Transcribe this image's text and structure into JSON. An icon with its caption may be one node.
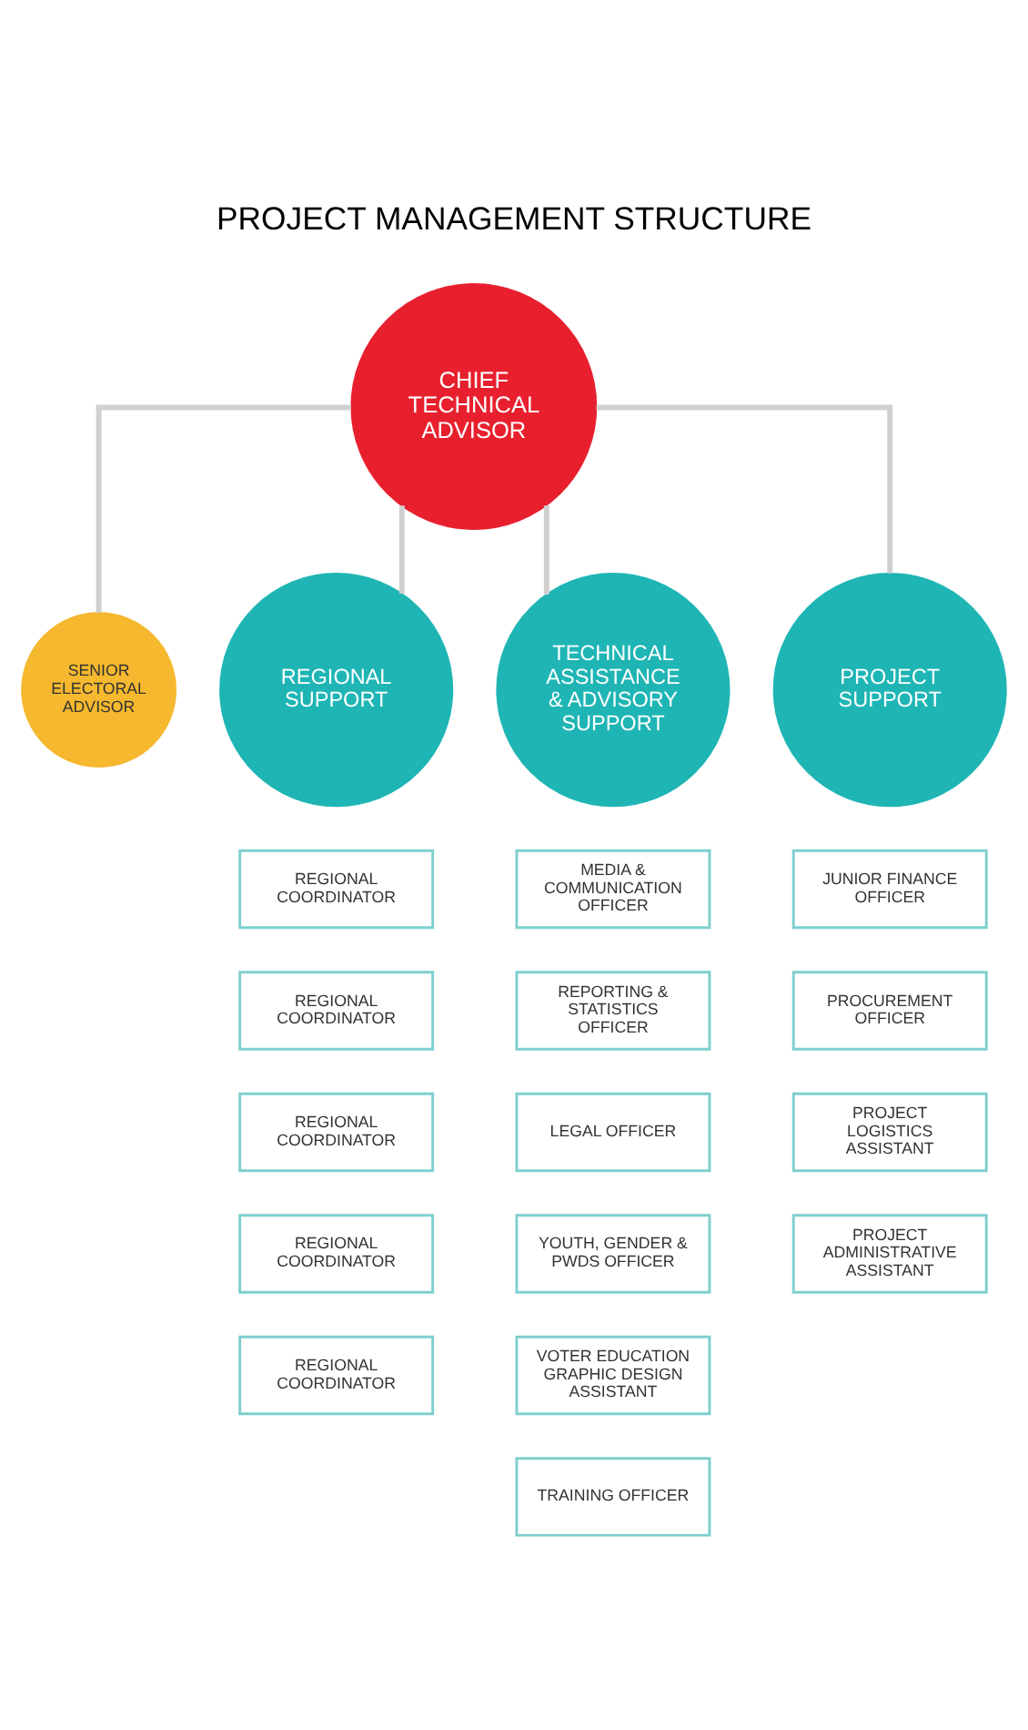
{
  "diagram": {
    "title": "PROJECT MANAGEMENT STRUCTURE",
    "nodes": [
      {
        "text": [
          "CHIEF TECHNICAL ADVISOR"
        ]
      },
      {
        "text": [
          "SENIOR ELECTORAL ADVISOR"
        ]
      },
      {
        "text": [
          "REGIONAL SUPPORT"
        ]
      },
      {
        "text": [
          "TECHNICAL ASSISTANCE & ADVISORY SUPPORT"
        ]
      },
      {
        "text": [
          "PROJECT SUPPORT"
        ]
      },
      {
        "text": [
          "REGIONAL COORDINATOR"
        ]
      },
      {
        "text": [
          "REGIONAL COORDINATOR"
        ]
      },
      {
        "text": [
          "REGIONAL COORDINATOR"
        ]
      },
      {
        "text": [
          "REGIONAL COORDINATOR"
        ]
      },
      {
        "text": [
          "REGIONAL COORDINATOR"
        ]
      },
      {
        "text": [
          "MEDIA & COMMUNICATION OFFICER"
        ]
      },
      {
        "text": [
          "REPORTING & STATISTICS OFFICER"
        ]
      },
      {
        "text": [
          "LEGAL OFFICER"
        ]
      },
      {
        "text": [
          "YOUTH, GENDER & PWDS OFFICER"
        ]
      },
      {
        "text": [
          "VOTER EDUCATION GRAPHIC DESIGN ASSISTANT"
        ]
      },
      {
        "text": [
          "TRAINING OFFICER"
        ]
      },
      {
        "text": [
          "JUNIOR FINANCE OFFICER"
        ]
      },
      {
        "text": [
          "PROCUREMENT OFFICER"
        ]
      },
      {
        "text": [
          "PROJECT LOGISTICS ASSISTANT"
        ]
      },
      {
        "text": [
          "PROJECT ADMINISTRATIVE ASSISTANT"
        ]
      }
    ],
    "edges": [
      {
        "from": 0,
        "to": 1,
        "arrow": "none"
      },
      {
        "from": 0,
        "to": 2,
        "arrow": "none"
      },
      {
        "from": 0,
        "to": 3,
        "arrow": "none"
      },
      {
        "from": 0,
        "to": 4,
        "arrow": "none"
      }
    ]
  }
}
